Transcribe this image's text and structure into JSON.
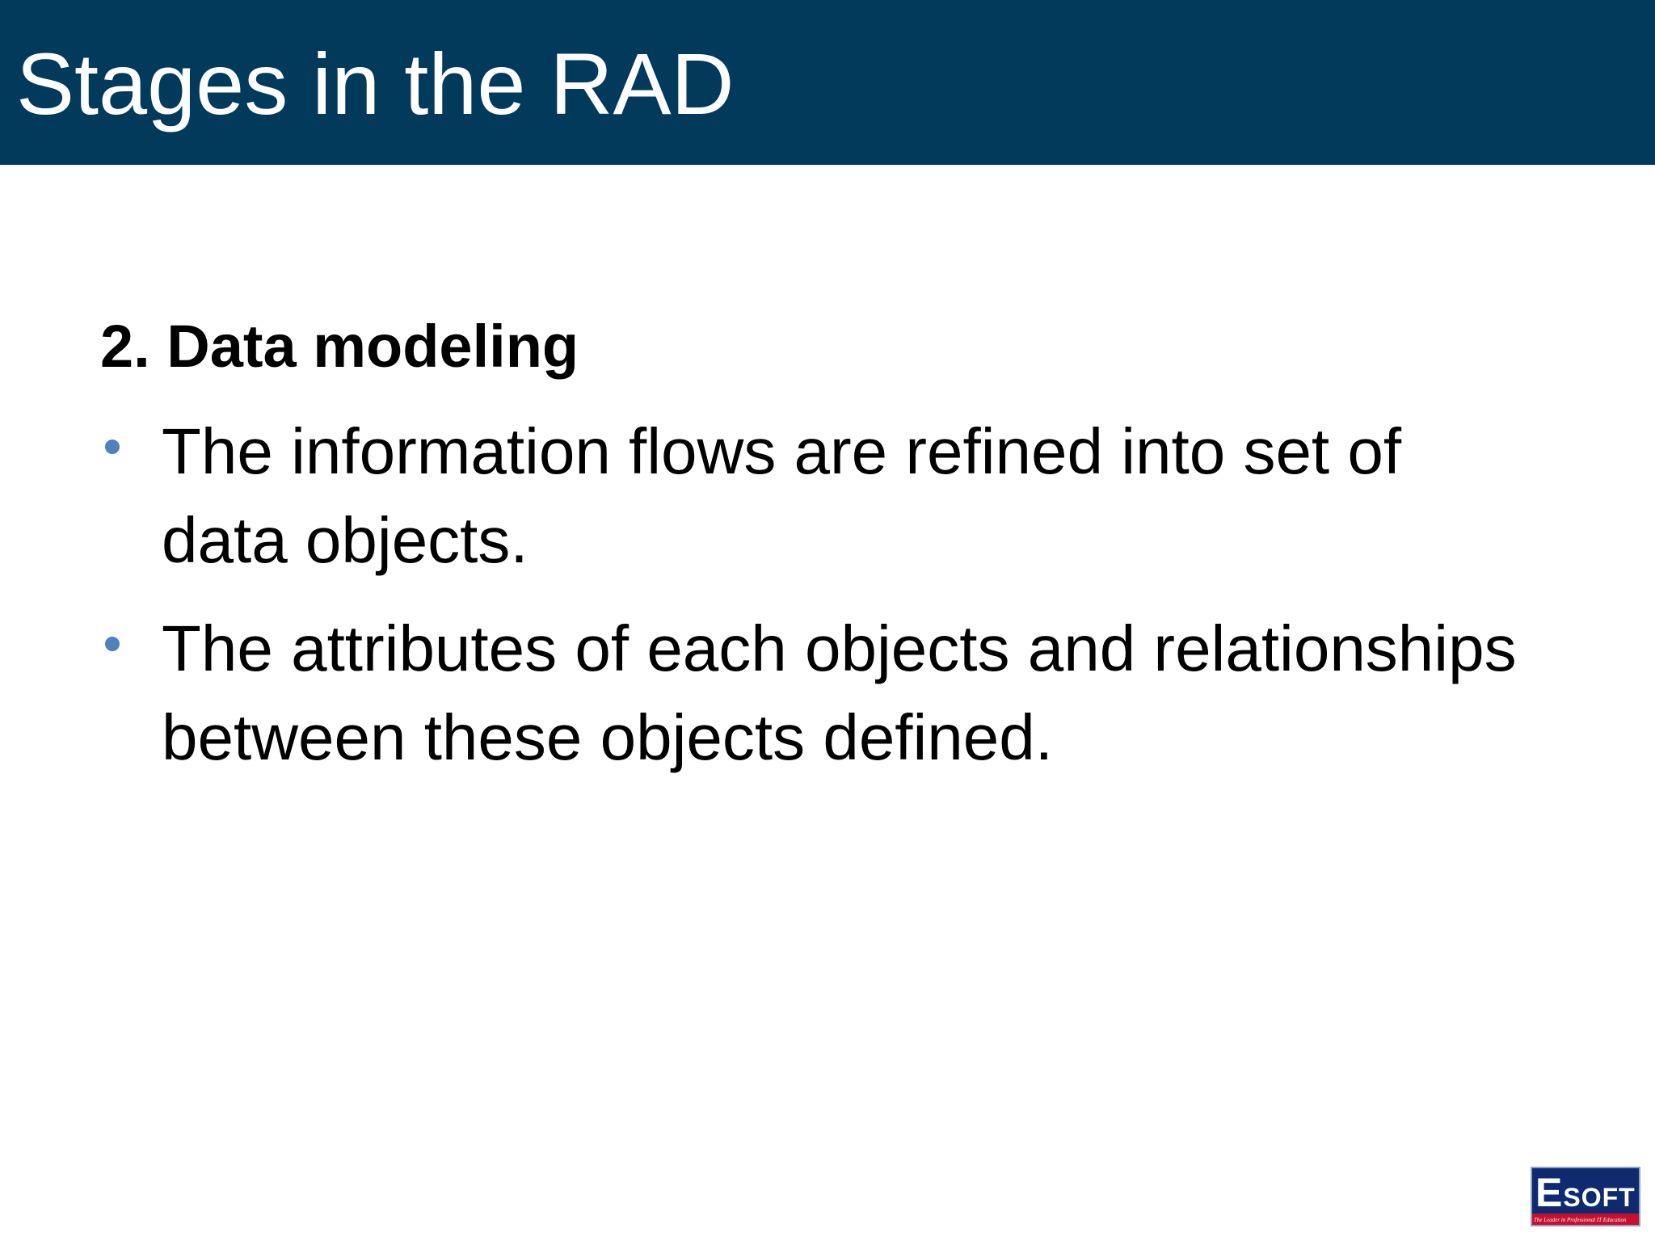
{
  "slide": {
    "title": "Stages in the RAD",
    "heading": "2. Data modeling",
    "bullets": [
      "The information flows are refined into set of data objects.",
      "The attributes of each objects and relationships between these objects defined."
    ]
  },
  "logo": {
    "first_letter": "E",
    "rest": "SOFT",
    "tagline": "The Leader in Professional IT Education"
  },
  "colors": {
    "title_bar": "#023a5c",
    "bullet": "#4f81bd",
    "logo_blue": "#0f2a6e",
    "logo_red": "#c8102e"
  }
}
